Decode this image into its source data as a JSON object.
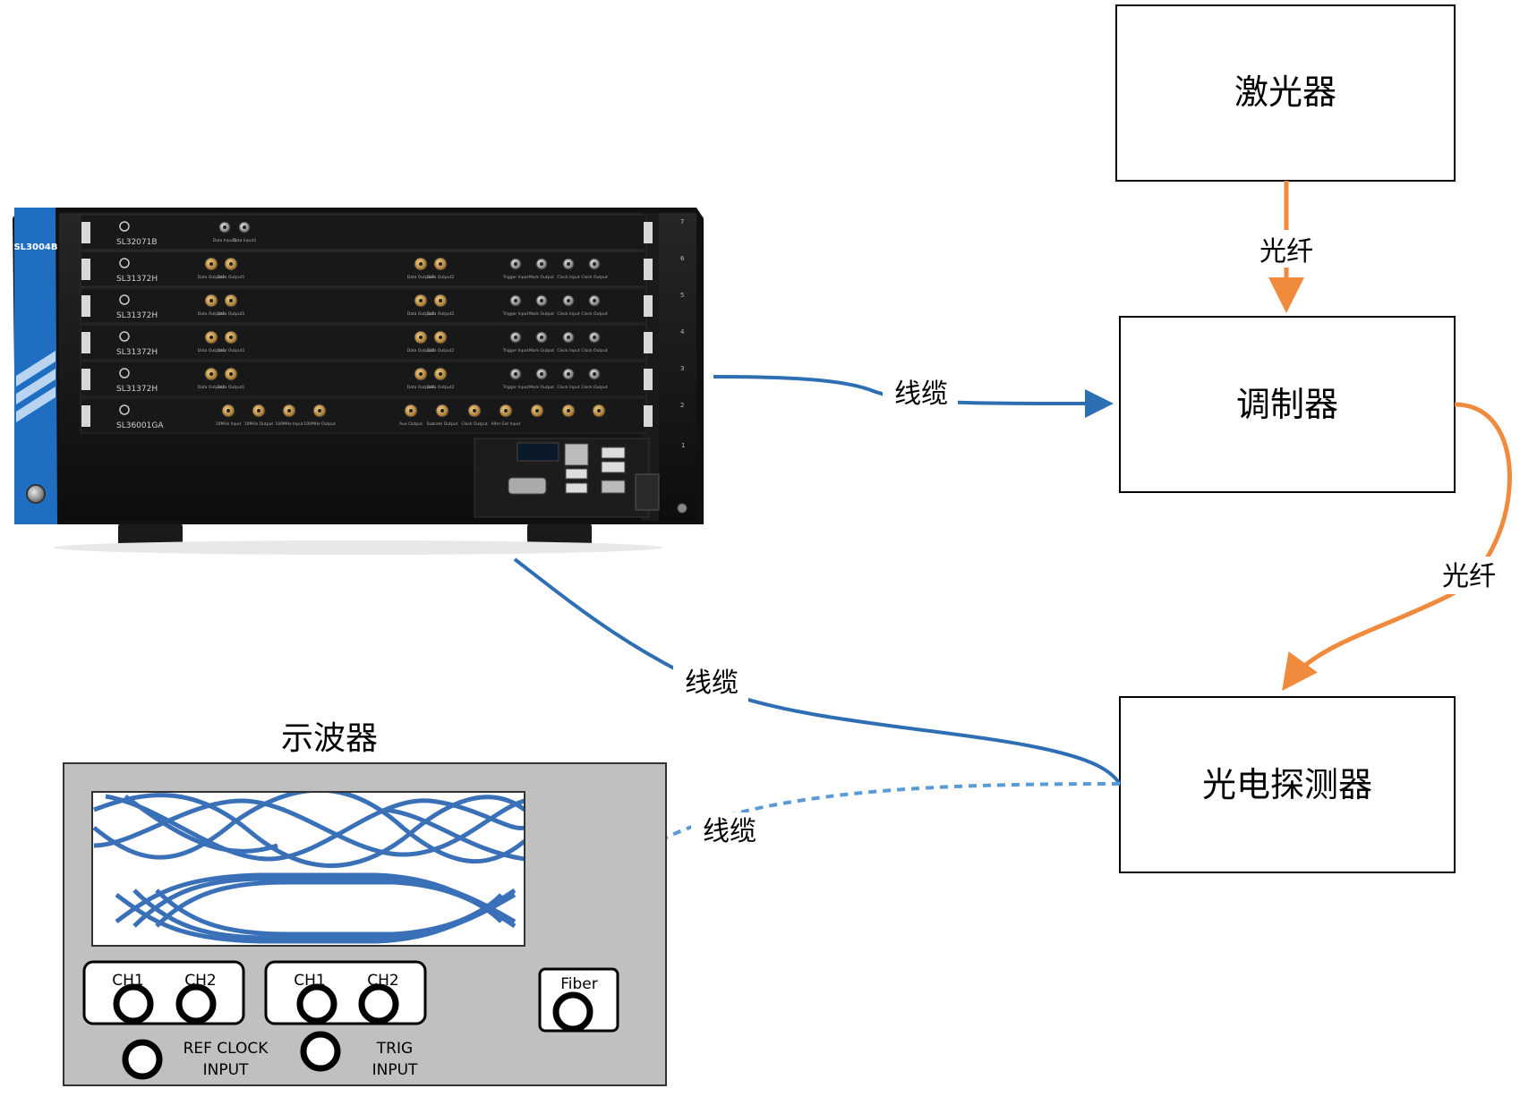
{
  "blocks": {
    "laser": "激光器",
    "modulator": "调制器",
    "photodetector": "光电探测器"
  },
  "connections": {
    "fiber_laser_modulator": "光纤",
    "cable_awg_modulator": "线缆",
    "fiber_modulator_detector": "光纤",
    "cable_awg_detector": "线缆",
    "cable_detector_scope": "线缆"
  },
  "oscilloscope": {
    "title": "示波器",
    "group1": {
      "ch1": "CH1",
      "ch2": "CH2"
    },
    "group2": {
      "ch1": "CH1",
      "ch2": "CH2"
    },
    "ref_clock_label_1": "REF CLOCK",
    "ref_clock_label_2": "INPUT",
    "trig_label_1": "TRIG",
    "trig_label_2": "INPUT",
    "fiber_label": "Fiber"
  },
  "instrument": {
    "chassis_model": "SL3004B",
    "slots": [
      {
        "model": "SL32071B",
        "num": "7",
        "labels": [
          "Data Input1",
          "Data Input1"
        ]
      },
      {
        "model": "SL31372H",
        "num": "6",
        "labels": [
          "Data Output1",
          "Data Output1",
          "Data Output2",
          "Data Output2",
          "Trigger Input",
          "Mark Output",
          "Clock Input",
          "Clock Output"
        ]
      },
      {
        "model": "SL31372H",
        "num": "5",
        "labels": [
          "Data Output1",
          "Data Output1",
          "Data Output2",
          "Data Output2",
          "Trigger Input",
          "Mark Output",
          "Clock Input",
          "Clock Output"
        ]
      },
      {
        "model": "SL31372H",
        "num": "4",
        "labels": [
          "Data Output1",
          "Data Output1",
          "Data Output2",
          "Data Output2",
          "Trigger Input",
          "Mark Output",
          "Clock Input",
          "Clock Output"
        ]
      },
      {
        "model": "SL31372H",
        "num": "3",
        "labels": [
          "Data Output1",
          "Data Output1",
          "Data Output2",
          "Data Output2",
          "Trigger Input",
          "Mark Output",
          "Clock Input",
          "Clock Output"
        ]
      },
      {
        "model": "SL36001GA",
        "num": "2",
        "labels": [
          "10MHz Input",
          "10MHz Output",
          "100MHz Input",
          "100MHz Output",
          "Aux Output",
          "Subrate Output",
          "Clock Output",
          "Alter Ext Input"
        ]
      }
    ],
    "bottom_slot_num": "1"
  },
  "colors": {
    "cable": "#2e6fb4",
    "cable_dashed": "#5b9bd5",
    "fiber": "#f08a3c",
    "block_border": "#000000",
    "scope_bg": "#c0c0c0",
    "wave": "#3a70b8",
    "chassis": "#151515",
    "chassis_side": "#1f6ec2"
  }
}
